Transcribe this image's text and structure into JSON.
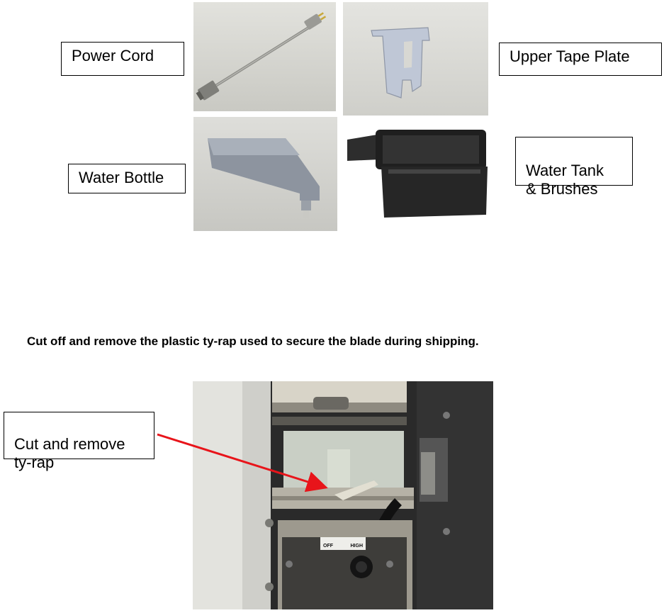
{
  "parts": {
    "power_cord": "Power Cord",
    "upper_tape_plate": "Upper Tape Plate",
    "water_bottle": "Water Bottle",
    "water_tank_brushes": "Water Tank\n& Brushes"
  },
  "instruction": "Cut off and remove the plastic ty-rap used to secure the blade during shipping.",
  "callout": "Cut and remove\nty-rap",
  "machine_label": {
    "off": "OFF",
    "high": "HIGH"
  },
  "colors": {
    "arrow": "#e8141a",
    "photo_bg_gray": "#d9d9d4",
    "machine_dark": "#2a2a2a"
  }
}
